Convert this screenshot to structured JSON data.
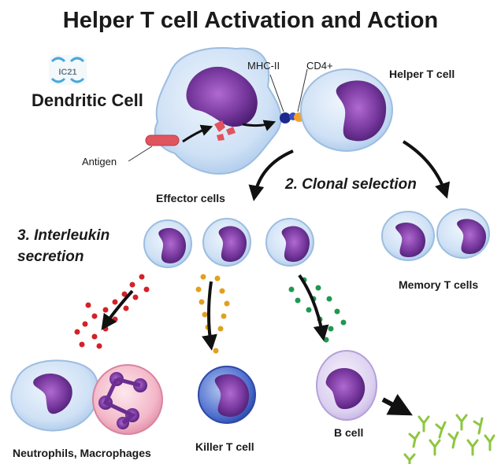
{
  "title": "Helper T cell Activation and Action",
  "logo": {
    "text": "IC21"
  },
  "labels": {
    "dendritic_cell": "Dendritic Cell",
    "antigen": "Antigen",
    "mhc": "MHC-II",
    "cd4": "CD4+",
    "helper_t": "Helper T cell",
    "clonal_selection": "2. Clonal selection",
    "effector_cells": "Effector cells",
    "interleukin_line1": "3. Interleukin",
    "interleukin_line2": "secretion",
    "memory_t": "Memory T cells",
    "neutrophils": "Neutrophils, Macrophages",
    "killer_t": "Killer T cell",
    "b_cell": "B cell"
  },
  "colors": {
    "cell_fill": "#cfe1f5",
    "cell_edge": "#9dbde0",
    "nucleus": "#7a3aa0",
    "cytokine_red": "#d42027",
    "cytokine_orange": "#e0a020",
    "cytokine_green": "#1f9950",
    "antibody": "#8ec63f"
  }
}
